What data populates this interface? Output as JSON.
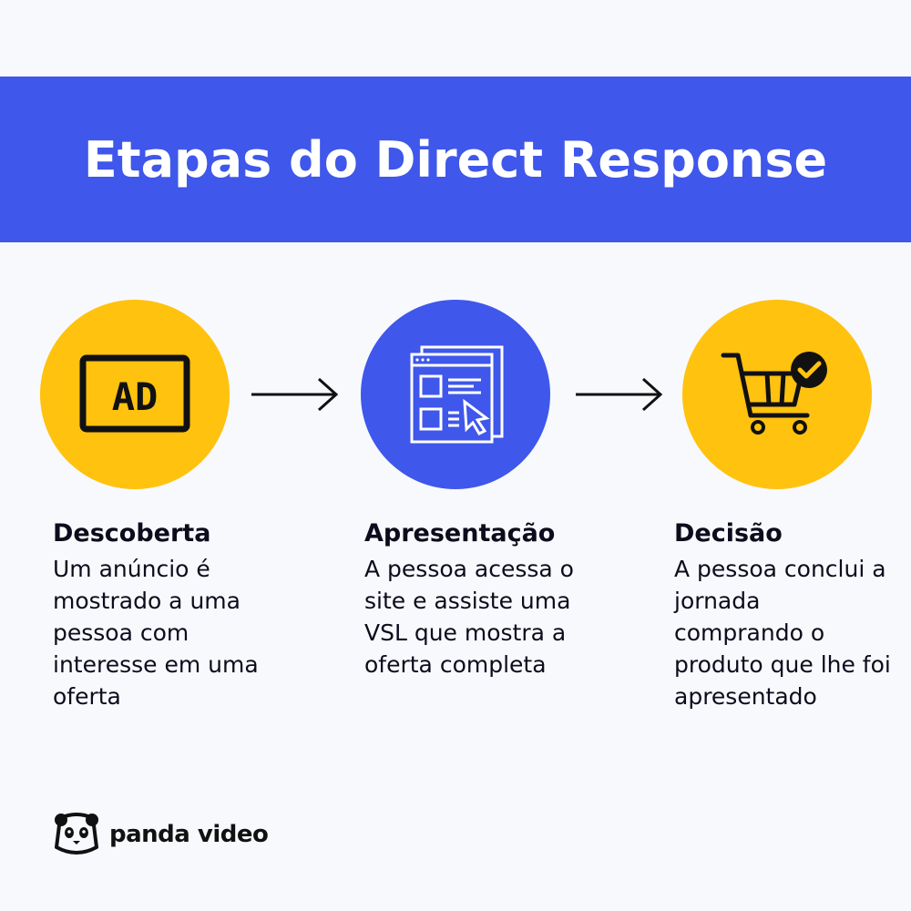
{
  "title": "Etapas do Direct Response",
  "colors": {
    "banner": "#3f57ea",
    "yellow": "#ffc20e",
    "blue": "#3f57ea",
    "background": "#f7f9fc"
  },
  "steps": [
    {
      "icon": "ad-icon",
      "circle_color": "#ffc20e",
      "title": "Descoberta",
      "text": "Um anúncio é mostrado a uma pessoa com interesse em uma oferta",
      "ad_label": "AD"
    },
    {
      "icon": "webpage-click-icon",
      "circle_color": "#3f57ea",
      "title": "Apresentação",
      "text": "A pessoa acessa o site e assiste uma VSL que mostra a oferta completa"
    },
    {
      "icon": "cart-check-icon",
      "circle_color": "#ffc20e",
      "title": "Decisão",
      "text": "A pessoa conclui a jornada comprando o produto que lhe foi apresentado"
    }
  ],
  "brand": {
    "name": "panda video",
    "icon": "panda-logo-icon"
  }
}
